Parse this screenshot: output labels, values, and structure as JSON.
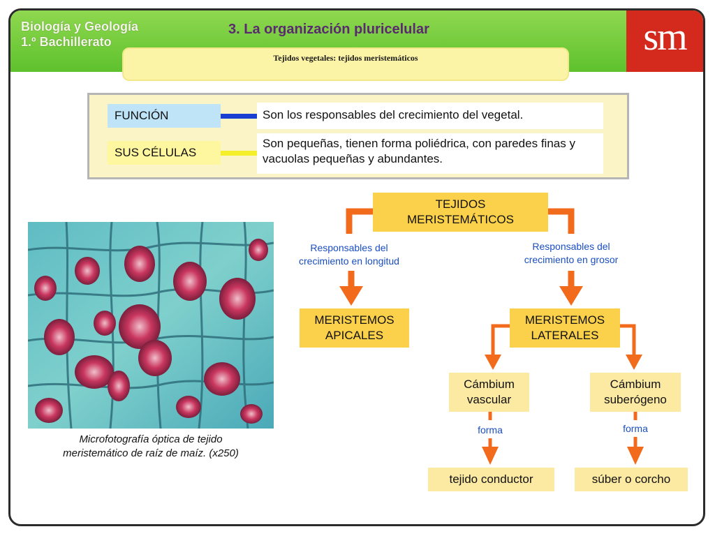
{
  "header": {
    "subject": "Biología y Geología",
    "level": "1.º Bachillerato",
    "title": "3. La organización pluricelular",
    "logo": "sm",
    "subtitle": "Tejidos vegetales: tejidos meristemáticos"
  },
  "info": {
    "function_label": "FUNCIÓN",
    "function_text": "Son los responsables del crecimiento del vegetal.",
    "cells_label": "SUS CÉLULAS",
    "cells_text": "Son pequeñas, tienen forma poliédrica, con paredes finas y vacuolas pequeñas y abundantes."
  },
  "photo": {
    "caption_line1": "Microfotografía óptica de tejido",
    "caption_line2": "meristemático de raíz de maíz. (x250)"
  },
  "diagram": {
    "root_line1": "TEJIDOS",
    "root_line2": "MERISTEMÁTICOS",
    "left_branch_line1": "Responsables del",
    "left_branch_line2": "crecimiento en longitud",
    "right_branch_line1": "Responsables del",
    "right_branch_line2": "crecimiento en grosor",
    "apical_line1": "MERISTEMOS",
    "apical_line2": "APICALES",
    "lateral_line1": "MERISTEMOS",
    "lateral_line2": "LATERALES",
    "vascular_line1": "Cámbium",
    "vascular_line2": "vascular",
    "suberogeno_line1": "Cámbium",
    "suberogeno_line2": "suberógeno",
    "forma_left": "forma",
    "forma_right": "forma",
    "conductor": "tejido conductor",
    "suber": "súber o corcho"
  },
  "colors": {
    "header_green": "#5ec12d",
    "logo_red": "#d42a1e",
    "arrow_orange": "#f26a1b",
    "box_yellow": "#fbd04a",
    "label_blue": "#1a4ec2"
  }
}
